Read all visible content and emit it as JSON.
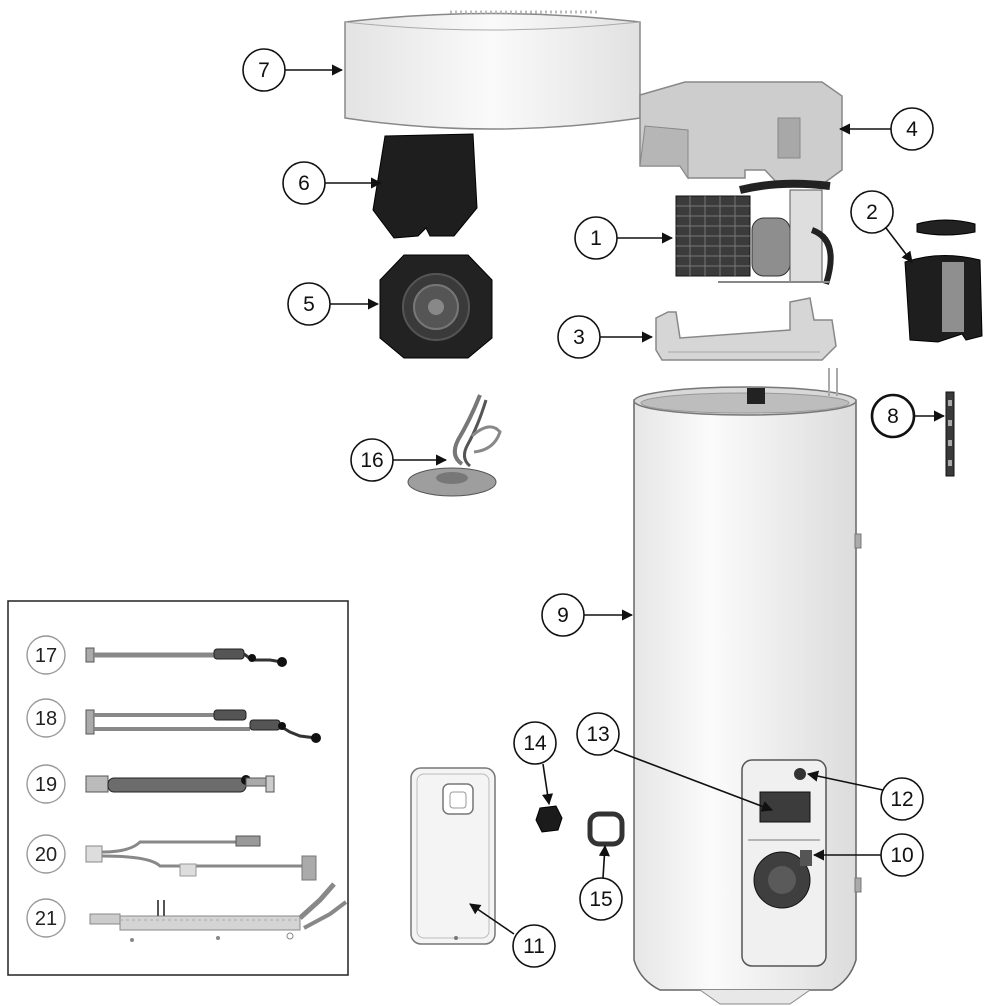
{
  "callouts": [
    {
      "id": "1",
      "label": "1"
    },
    {
      "id": "2",
      "label": "2"
    },
    {
      "id": "3",
      "label": "3"
    },
    {
      "id": "4",
      "label": "4"
    },
    {
      "id": "5",
      "label": "5"
    },
    {
      "id": "6",
      "label": "6"
    },
    {
      "id": "7",
      "label": "7"
    },
    {
      "id": "8",
      "label": "8"
    },
    {
      "id": "9",
      "label": "9"
    },
    {
      "id": "10",
      "label": "10"
    },
    {
      "id": "11",
      "label": "11"
    },
    {
      "id": "12",
      "label": "12"
    },
    {
      "id": "13",
      "label": "13"
    },
    {
      "id": "14",
      "label": "14"
    },
    {
      "id": "15",
      "label": "15"
    },
    {
      "id": "16",
      "label": "16"
    }
  ],
  "inset": {
    "items": [
      {
        "id": "17",
        "label": "17"
      },
      {
        "id": "18",
        "label": "18"
      },
      {
        "id": "19",
        "label": "19"
      },
      {
        "id": "20",
        "label": "20"
      },
      {
        "id": "21",
        "label": "21"
      }
    ]
  },
  "colors": {
    "outline": "#111111",
    "tank_fill": "#f3f3f3",
    "dark_part": "#1e1e1e",
    "mid_gray": "#9a9a9a",
    "light_gray": "#d9d9d9"
  }
}
